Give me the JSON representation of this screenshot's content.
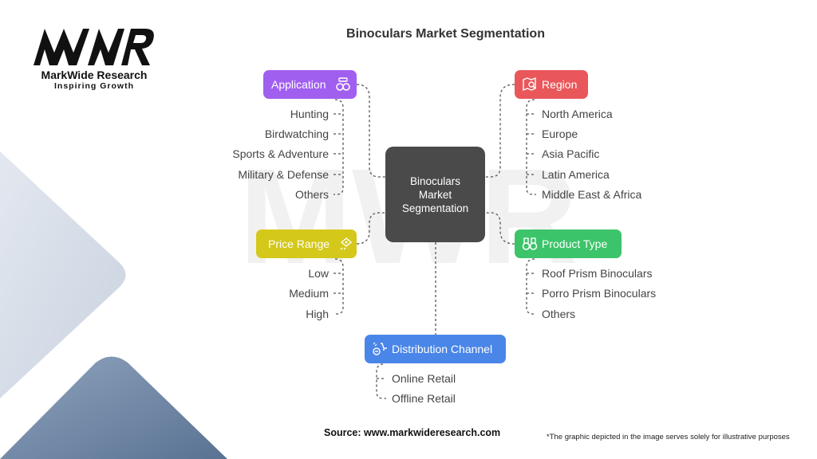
{
  "brand": {
    "name": "MarkWide Research",
    "tagline": "Inspiring Growth"
  },
  "title": "Binoculars Market Segmentation",
  "center": [
    "Binoculars",
    "Market",
    "Segmentation"
  ],
  "categories": {
    "application": {
      "label": "Application",
      "color": "#a15ff0",
      "items": [
        "Hunting",
        "Birdwatching",
        "Sports & Adventure",
        "Military & Defense",
        "Others"
      ]
    },
    "region": {
      "label": "Region",
      "color": "#e9575b",
      "items": [
        "North America",
        "Europe",
        "Asia Pacific",
        "Latin America",
        "Middle East & Africa"
      ]
    },
    "price_range": {
      "label": "Price Range",
      "color": "#d4c81a",
      "items": [
        "Low",
        "Medium",
        "High"
      ]
    },
    "product_type": {
      "label": "Product Type",
      "color": "#3cc46a",
      "items": [
        "Roof Prism Binoculars",
        "Porro Prism Binoculars",
        "Others"
      ]
    },
    "distribution_channel": {
      "label": "Distribution Channel",
      "color": "#4a86e8",
      "items": [
        "Online Retail",
        "Offline Retail"
      ]
    }
  },
  "source": "Source: www.markwideresearch.com",
  "note": "*The graphic depicted in the image serves solely for illustrative purposes"
}
